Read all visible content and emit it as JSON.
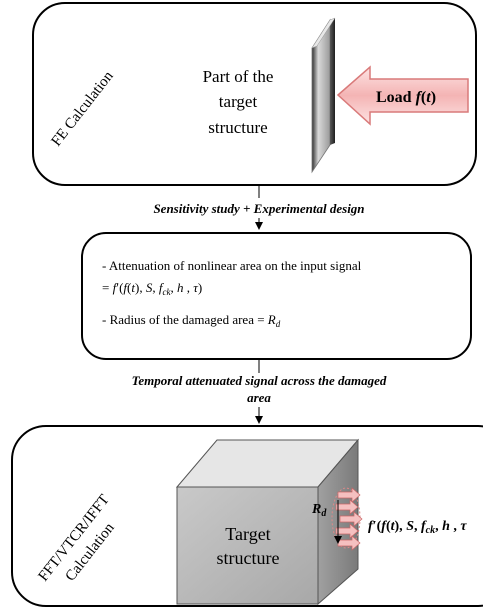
{
  "top_box": {
    "rotated_label": "FE Calculation",
    "center_text_line1": "Part of the",
    "center_text_line2": "target",
    "center_text_line3": "structure",
    "load_label": "Load f(t)"
  },
  "arrow1_caption": "Sensitivity study + Experimental design",
  "middle_box": {
    "line1": "- Attenuation of nonlinear area on the input signal",
    "line2": "= f′(f(t), S, f_ck, h , τ)",
    "line3": "- Radius of the damaged area = R_d"
  },
  "arrow2_caption_line1": "Temporal attenuated signal across the damaged",
  "arrow2_caption_line2": "area",
  "bottom_box": {
    "rotated_label_line1": "FFT/VTCR/IFFT",
    "rotated_label_line2": "Calculation",
    "cube_label_line1": "Target",
    "cube_label_line2": "structure",
    "radius_label": "R_d",
    "formula_label": "f′(f(t), S, f_ck, h , τ"
  },
  "colors": {
    "box_border": "#000000",
    "cube_front": "#b9b9b9",
    "cube_top": "#e6e6e6",
    "cube_side": "#8f8f8f",
    "plate_light": "#d8d8d8",
    "plate_dark": "#3a3a3a",
    "arrow_fill": "#f6c7c7",
    "arrow_border": "#e07070",
    "damage_arrows": "#f3b3b3"
  }
}
